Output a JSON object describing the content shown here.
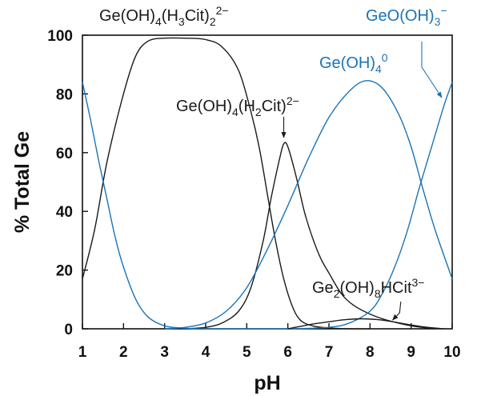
{
  "chart_data": {
    "type": "line",
    "xlabel": "pH",
    "ylabel": "% Total Ge",
    "xlim": [
      1,
      10
    ],
    "ylim": [
      0,
      100
    ],
    "xticks": [
      1,
      2,
      3,
      4,
      5,
      6,
      7,
      8,
      9,
      10
    ],
    "yticks": [
      0,
      20,
      40,
      60,
      80,
      100
    ],
    "grid": false,
    "legend": "none",
    "colors": {
      "black": "#1a1a1a",
      "blue": "#1a73b8"
    },
    "series": [
      {
        "label_parts": [
          "Ge(OH)",
          "4",
          "(H",
          "3",
          "Cit)",
          "2",
          "2−"
        ],
        "color": "black",
        "x": [
          1.0,
          1.3,
          1.6,
          2.0,
          2.3,
          2.6,
          3.0,
          3.5,
          4.0,
          4.4,
          4.8,
          5.1,
          5.3,
          5.5,
          5.7,
          5.9,
          6.1,
          6.3,
          6.6,
          7.0,
          7.5,
          8.0
        ],
        "y": [
          17,
          34,
          57,
          80,
          93,
          98,
          99,
          99,
          98.5,
          96,
          88,
          74,
          62,
          46,
          30,
          17,
          8,
          3,
          1,
          0.3,
          0,
          0
        ]
      },
      {
        "label_parts": [
          "Ge(OH)",
          "4",
          "(H",
          "2",
          "Cit)",
          "2−"
        ],
        "color": "black",
        "x": [
          3.5,
          4.0,
          4.4,
          4.8,
          5.1,
          5.4,
          5.6,
          5.8,
          5.9,
          6.0,
          6.2,
          6.4,
          6.6,
          6.8,
          7.0,
          7.3,
          7.6,
          8.0,
          8.4,
          9.0,
          9.6
        ],
        "y": [
          0,
          0.5,
          2,
          6,
          14,
          30,
          45,
          58,
          63,
          62,
          52,
          40,
          31,
          24,
          19,
          12,
          8,
          5,
          3,
          1,
          0
        ]
      },
      {
        "label_parts": [
          "Ge(OH)",
          "4",
          "0"
        ],
        "color": "blue",
        "x": [
          3.0,
          3.5,
          4.0,
          4.5,
          5.0,
          5.5,
          6.0,
          6.5,
          7.0,
          7.5,
          7.9,
          8.3,
          8.7,
          9.0,
          9.3,
          9.6,
          10.0
        ],
        "y": [
          0,
          0.5,
          2,
          6,
          14,
          27,
          42,
          58,
          72,
          81,
          84.5,
          82,
          73,
          62,
          47,
          33,
          17
        ]
      },
      {
        "label_parts": [
          "GeO(OH)",
          "3",
          "−"
        ],
        "color": "blue",
        "x": [
          1.0,
          1.2,
          1.4,
          1.6,
          1.8,
          2.0,
          2.3,
          2.6,
          3.0,
          3.4,
          3.8,
          4.2,
          5.0,
          6.0,
          7.0,
          7.5,
          8.0,
          8.3,
          8.6,
          8.9,
          9.2,
          9.5,
          9.8,
          10.0
        ],
        "y": [
          84,
          71,
          57,
          44,
          31,
          21,
          10,
          4,
          1,
          0.3,
          0,
          0,
          0,
          0,
          0.5,
          2,
          6,
          12,
          21,
          33,
          48,
          62,
          76,
          84
        ]
      },
      {
        "label_parts": [
          "Ge",
          "2",
          "(OH)",
          "8",
          "HCit",
          "3−"
        ],
        "color": "black",
        "x": [
          6.0,
          6.3,
          6.6,
          7.0,
          7.4,
          7.8,
          8.2,
          8.6,
          9.0,
          9.4,
          9.8
        ],
        "y": [
          0,
          0.8,
          1.6,
          2.4,
          3.1,
          3.4,
          3.1,
          2.3,
          1.3,
          0.5,
          0
        ]
      }
    ]
  }
}
